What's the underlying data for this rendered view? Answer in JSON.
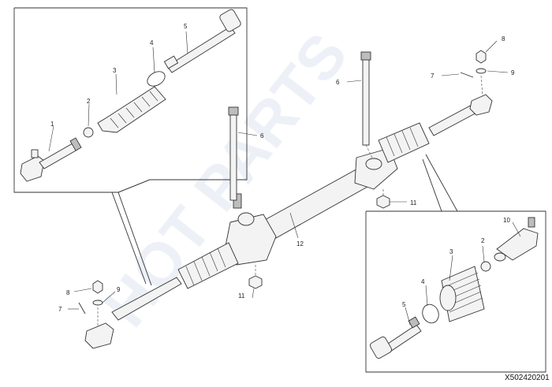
{
  "watermark": "HOT PARTS",
  "diagram_code": "X502420201",
  "callouts": {
    "ul_1": "1",
    "ul_2": "2",
    "ul_3": "3",
    "ul_4": "4",
    "ul_5": "5",
    "m_6a": "6",
    "m_6b": "6",
    "r_7": "7",
    "r_8": "8",
    "r_9": "9",
    "l_7": "7",
    "l_8": "8",
    "l_9": "9",
    "m_11a": "11",
    "m_11b": "11",
    "m_12": "12",
    "lr_2": "2",
    "lr_3": "3",
    "lr_4": "4",
    "lr_5": "5",
    "lr_10": "10"
  }
}
